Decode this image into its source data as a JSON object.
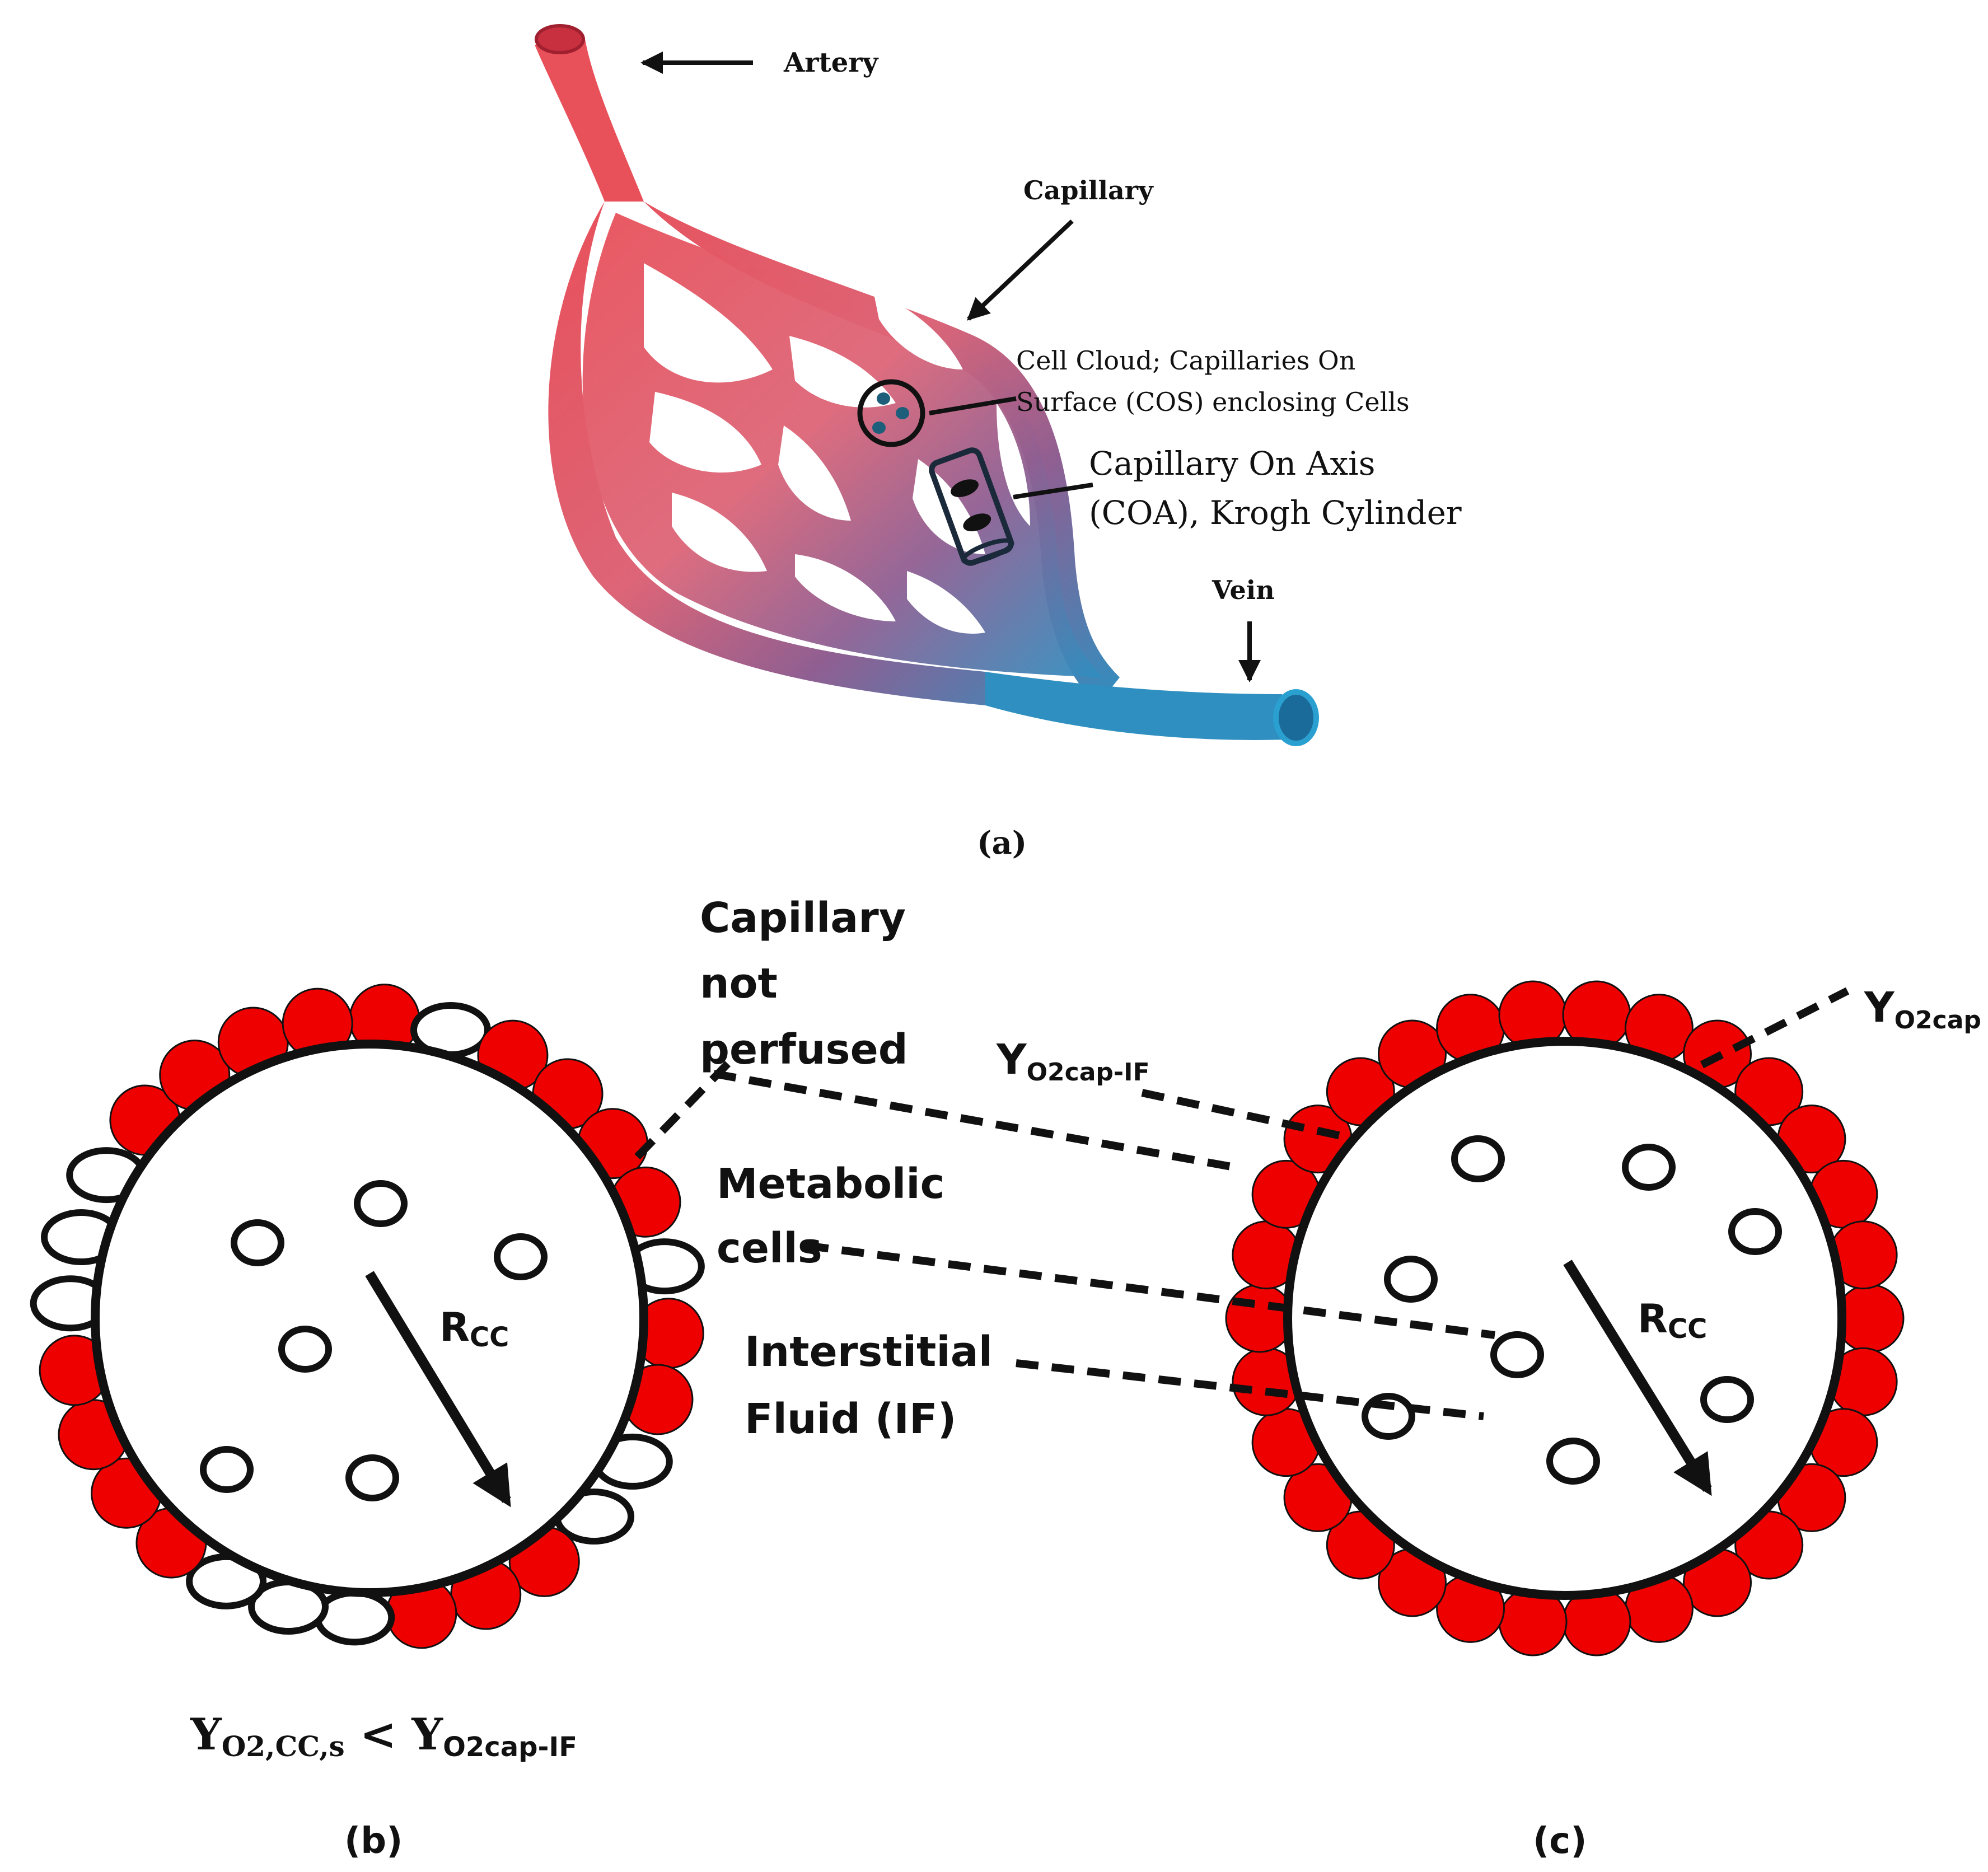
{
  "panel_a": {
    "artery_label": "Artery",
    "capillary_label": "Capillary",
    "cos_label_line1": "Cell Cloud; Capillaries On",
    "cos_label_line2": "Surface (COS) enclosing Cells",
    "coa_label_line1": "Capillary On Axis",
    "coa_label_line2": "(COA), Krogh Cylinder",
    "vein_label": "Vein",
    "caption": "(a)"
  },
  "panel_b": {
    "capillary_not_perfused_line1": "Capillary",
    "capillary_not_perfused_line2": "not",
    "capillary_not_perfused_line3": "perfused",
    "metabolic_cells_line1": "Metabolic",
    "metabolic_cells_line2": "cells",
    "interstitial_line1": "Interstitial",
    "interstitial_line2": "Fluid (IF)",
    "radius_main": "R",
    "radius_sub": "CC",
    "eq_y": "Y",
    "eq_sub_left": "O2,CC,s",
    "eq_op": " < ",
    "eq_y2": "Y",
    "eq_sub_right": "O2cap-IF",
    "caption": "(b)"
  },
  "panel_c": {
    "y_cap_if_main": "Y",
    "y_cap_if_sub": "O2cap-IF",
    "y_cap_main": "Y",
    "y_cap_sub": "O2cap",
    "radius_main": "R",
    "radius_sub": "CC",
    "caption": "(c)"
  },
  "colors": {
    "artery_red": "#e8505a",
    "vein_blue": "#2f8fc0",
    "perfused_capillary": "#ee0000",
    "outline": "#111111"
  }
}
